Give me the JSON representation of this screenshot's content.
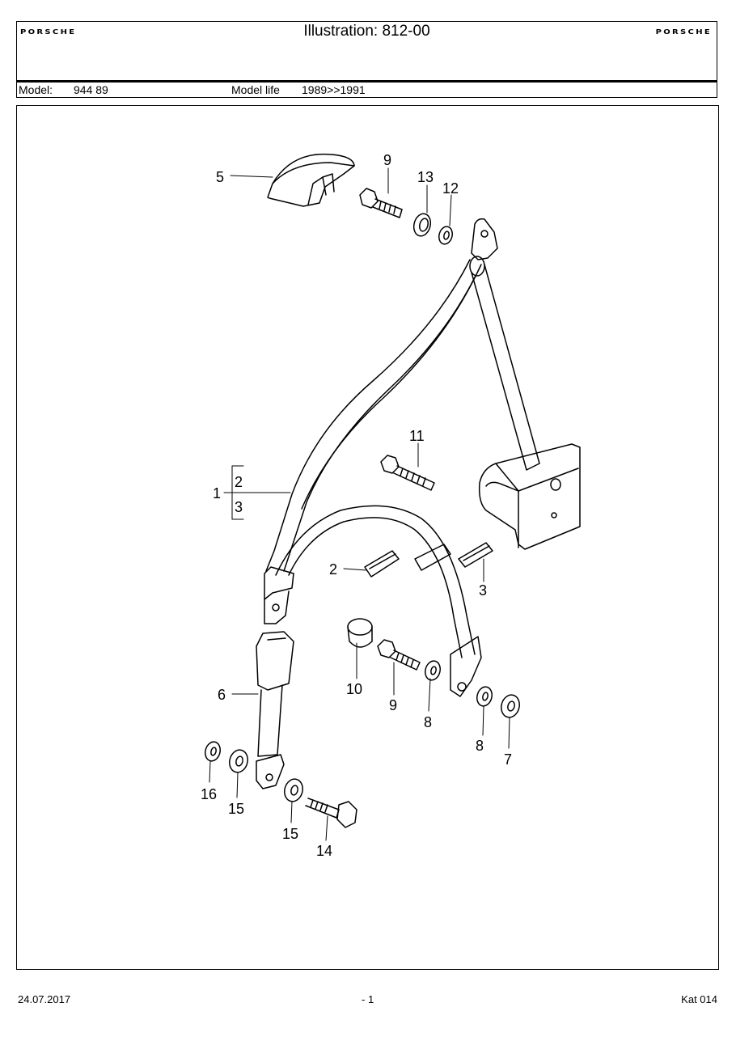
{
  "header": {
    "brand": "PORSCHE",
    "title": "Illustration: 812-00",
    "model_label": "Model:",
    "model_value": "944 89",
    "model_life_label": "Model life",
    "model_life_value": "1989>>1991"
  },
  "callouts": {
    "c1": "1",
    "c2a": "2",
    "c3a": "3",
    "c2b": "2",
    "c3b": "3",
    "c5": "5",
    "c6": "6",
    "c7": "7",
    "c8a": "8",
    "c8b": "8",
    "c9a": "9",
    "c9b": "9",
    "c10": "10",
    "c11": "11",
    "c12": "12",
    "c13": "13",
    "c14": "14",
    "c15a": "15",
    "c15b": "15",
    "c16": "16"
  },
  "footer": {
    "date": "24.07.2017",
    "page": "- 1",
    "catalog": "Kat 014"
  }
}
